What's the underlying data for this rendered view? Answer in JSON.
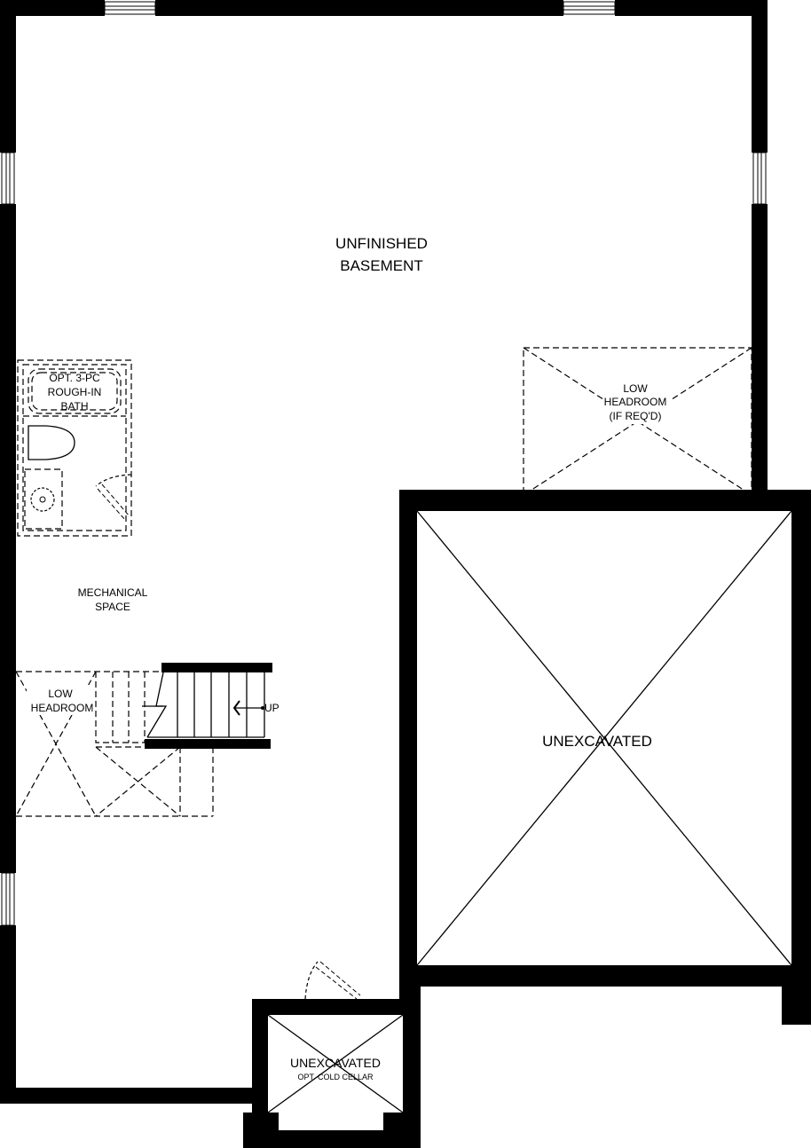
{
  "plan": {
    "rooms": {
      "basement_line1": "UNFINISHED",
      "basement_line2": "BASEMENT",
      "unexcavated_main": "UNEXCAVATED",
      "cellar_title": "UNEXCAVATED",
      "cellar_sub": "OPT. COLD CELLAR",
      "mechanical_line1": "MECHANICAL",
      "mechanical_line2": "SPACE"
    },
    "notes": {
      "low_headroom_right_1": "LOW",
      "low_headroom_right_2": "HEADROOM",
      "low_headroom_right_3": "(IF REQ'D)",
      "low_headroom_left_1": "LOW",
      "low_headroom_left_2": "HEADROOM",
      "bath_1": "OPT. 3-PC",
      "bath_2": "ROUGH-IN",
      "bath_3": "BATH",
      "stair_direction": "UP"
    }
  }
}
